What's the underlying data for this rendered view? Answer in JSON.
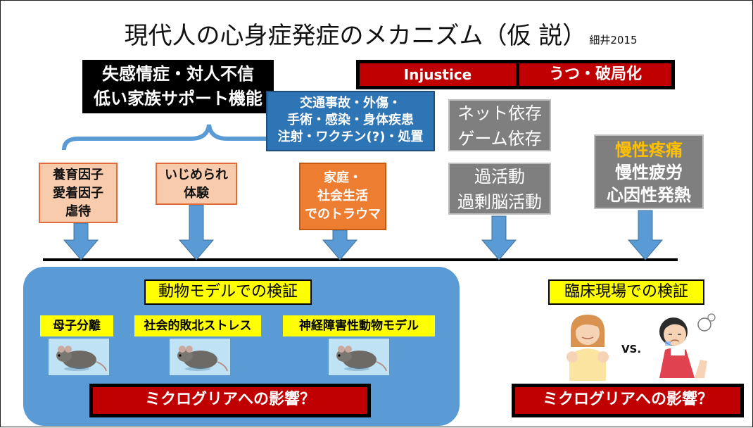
{
  "title": {
    "main": "現代人の心身症発症のメカニズム（仮 説）",
    "author": "細井2015"
  },
  "top_black": {
    "line1": "失感情症・対人不信",
    "line2": "低い家族サポート機能"
  },
  "red_bars": {
    "injustice": "Injustice",
    "catastrophizing": "うつ・破局化"
  },
  "blue_box": {
    "line1": "交通事故・外傷・",
    "line2": "手術・感染・身体疾患",
    "line3": "注射・ワクチン(?)・処置"
  },
  "grey_boxes": {
    "addiction": {
      "line1": "ネット依存",
      "line2": "ゲーム依存"
    },
    "overactivity": {
      "line1": "過活動",
      "line2": "過剰脳活動"
    },
    "chronic": {
      "line1": "慢性疼痛",
      "line2": "慢性疲労",
      "line3": "心因性発熱"
    }
  },
  "factors": {
    "upbringing": {
      "line1": "養育因子",
      "line2": "愛着因子",
      "line3": "虐待"
    },
    "bullying": {
      "line1": "いじめられ",
      "line2": "体験"
    },
    "trauma": {
      "line1": "家庭・",
      "line2": "社会生活",
      "line3": "でのトラウマ"
    }
  },
  "animal_panel": {
    "label": "動物モデルでの検証",
    "models": [
      "母子分離",
      "社会的敗北ストレス",
      "神経障害性動物モデル"
    ],
    "result": "ミクログリアへの影響？"
  },
  "clinical": {
    "label": "臨床現場での検証",
    "vs": "VS.",
    "result": "ミクログリアへの影響？"
  },
  "colors": {
    "red": "#c00000",
    "blue": "#2e75b6",
    "grey": "#7f7f7f",
    "peach": "#f8cbad",
    "orange": "#ed7d31",
    "panel_blue": "#5b9bd5",
    "yellow": "#ffff00",
    "arrow": "#5b9bd5",
    "chronic_pain_text": "#ffc000"
  },
  "icons": {
    "mouse": "mouse-photo",
    "person_healthy": "woman-illustration",
    "person_sick": "sick-girl-illustration"
  }
}
